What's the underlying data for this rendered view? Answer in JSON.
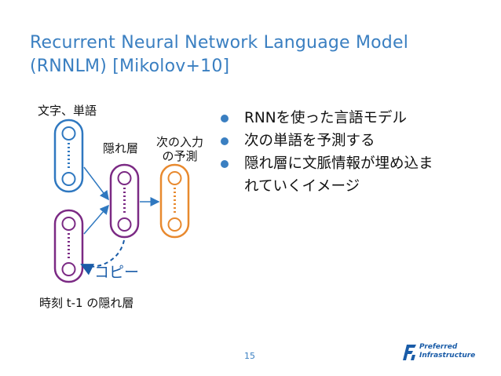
{
  "slide": {
    "title_line1": "Recurrent Neural Network Language Model",
    "title_line2": "(RNNLM) [Mikolov+10]",
    "page_number": "15"
  },
  "diagram": {
    "input_label": "文字、単語",
    "hidden_label": "隠れ層",
    "output_label_line1": "次の入力",
    "output_label_line2": "の予測",
    "copy_label": "コピー",
    "prev_hidden_label": "時刻 t-1 の隠れ層",
    "colors": {
      "input": "#2f78c0",
      "hidden": "#7b2a84",
      "output": "#e8892e",
      "prev_hidden": "#7b2a84",
      "arrow": "#2f78c0",
      "copy": "#1a5ca8"
    }
  },
  "bullets": [
    "RNNを使った言語モデル",
    "次の単語を予測する",
    "隠れ層に文脈情報が埋め込ま",
    "れていくイメージ"
  ],
  "logo": {
    "line1": "Preferred",
    "line2": "Infrastructure"
  },
  "colors": {
    "accent": "#3a7fc1"
  }
}
